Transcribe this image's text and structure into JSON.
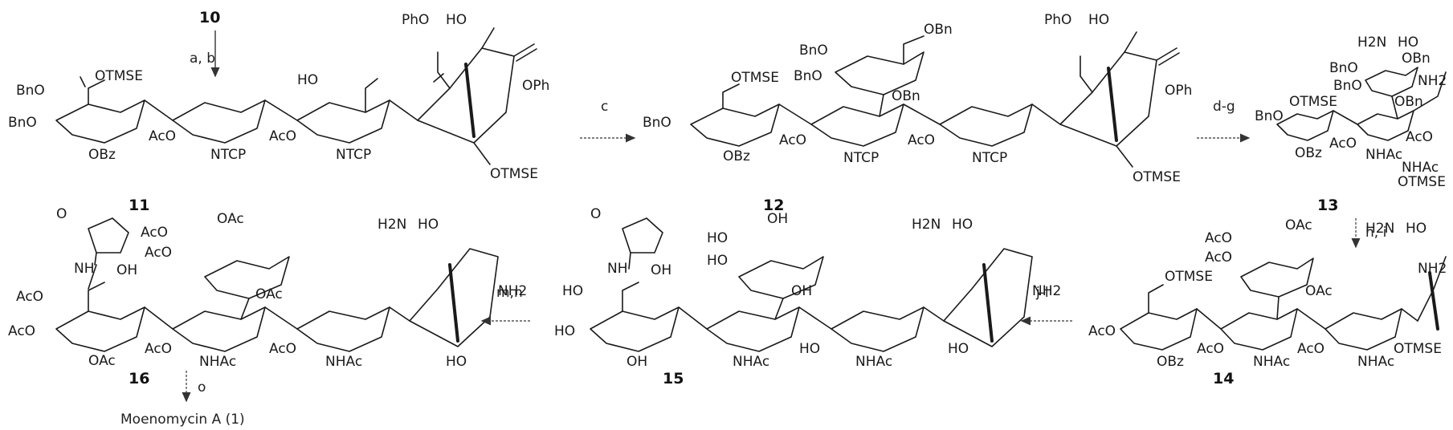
{
  "scheme": {
    "compounds": [
      {
        "id": "c11",
        "number": "11"
      },
      {
        "id": "c12",
        "number": "12"
      },
      {
        "id": "c13",
        "number": "13"
      },
      {
        "id": "c14",
        "number": "14"
      },
      {
        "id": "c15",
        "number": "15"
      },
      {
        "id": "c16",
        "number": "16"
      }
    ],
    "start_reagent": "10",
    "steps": {
      "to11": "a, b",
      "to12": "c",
      "to13": "d-g",
      "to14": "h, i",
      "to15": "j-l",
      "to16": "m,n",
      "to1": "o"
    },
    "product": "Moenomycin A (1)"
  },
  "labels": {
    "c11": [
      "BnO",
      "OTMSE",
      "BnO",
      "OBz",
      "AcO",
      "NTCP",
      "HO",
      "AcO",
      "NTCP",
      "PhO",
      "HO",
      "OPh",
      "OTMSE"
    ],
    "c12": [
      "OBn",
      "BnO",
      "BnO",
      "OTMSE",
      "BnO",
      "OBz",
      "AcO",
      "OBn",
      "NTCP",
      "AcO",
      "NTCP",
      "PhO",
      "HO",
      "OPh",
      "OTMSE"
    ],
    "c13": [
      "OBn",
      "BnO",
      "BnO",
      "OTMSE",
      "BnO",
      "OBz",
      "AcO",
      "OBn",
      "NHAc",
      "AcO",
      "NHAc",
      "H2N",
      "HO",
      "NH2",
      "OTMSE"
    ],
    "c14": [
      "OAc",
      "AcO",
      "AcO",
      "OTMSE",
      "AcO",
      "OBz",
      "AcO",
      "OAc",
      "NHAc",
      "AcO",
      "NHAc",
      "H2N",
      "HO",
      "NH2",
      "OTMSE"
    ],
    "c15": [
      "O",
      "NH",
      "OH",
      "HO",
      "HO",
      "OH",
      "OH",
      "HO",
      "HO",
      "OH",
      "NHAc",
      "HO",
      "NHAc",
      "H2N",
      "HO",
      "NH2",
      "HO"
    ],
    "c16": [
      "O",
      "NH",
      "OH",
      "OAc",
      "AcO",
      "AcO",
      "AcO",
      "AcO",
      "OAc",
      "AcO",
      "OAc",
      "NHAc",
      "AcO",
      "NHAc",
      "H2N",
      "HO",
      "NH2",
      "HO"
    ]
  }
}
